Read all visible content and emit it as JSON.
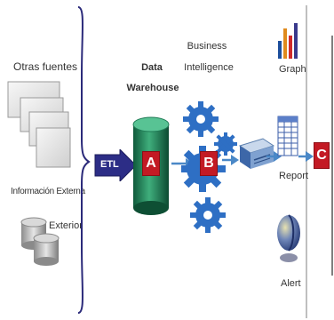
{
  "left": {
    "otras_fuentes": "Otras fuentes",
    "informacion_externa": "Información Externa",
    "exterior": "Exterior"
  },
  "etl": {
    "label": "ETL"
  },
  "data_warehouse": {
    "title_line1": "Data",
    "title_line2": "Warehouse",
    "badge": "A"
  },
  "business_intelligence": {
    "title_line1": "Business",
    "title_line2": "Intelligence",
    "badge": "B"
  },
  "outputs": {
    "graph": "Graph",
    "report": "Report",
    "alert": "Alert",
    "badge": "C"
  },
  "colors": {
    "brace": "#2b2a7a",
    "etl_fill": "#2c2d86",
    "cylinder": "#1f7a55",
    "gear": "#2e6fc4",
    "badge": "#c31a24",
    "arrow": "#4a88c7"
  }
}
